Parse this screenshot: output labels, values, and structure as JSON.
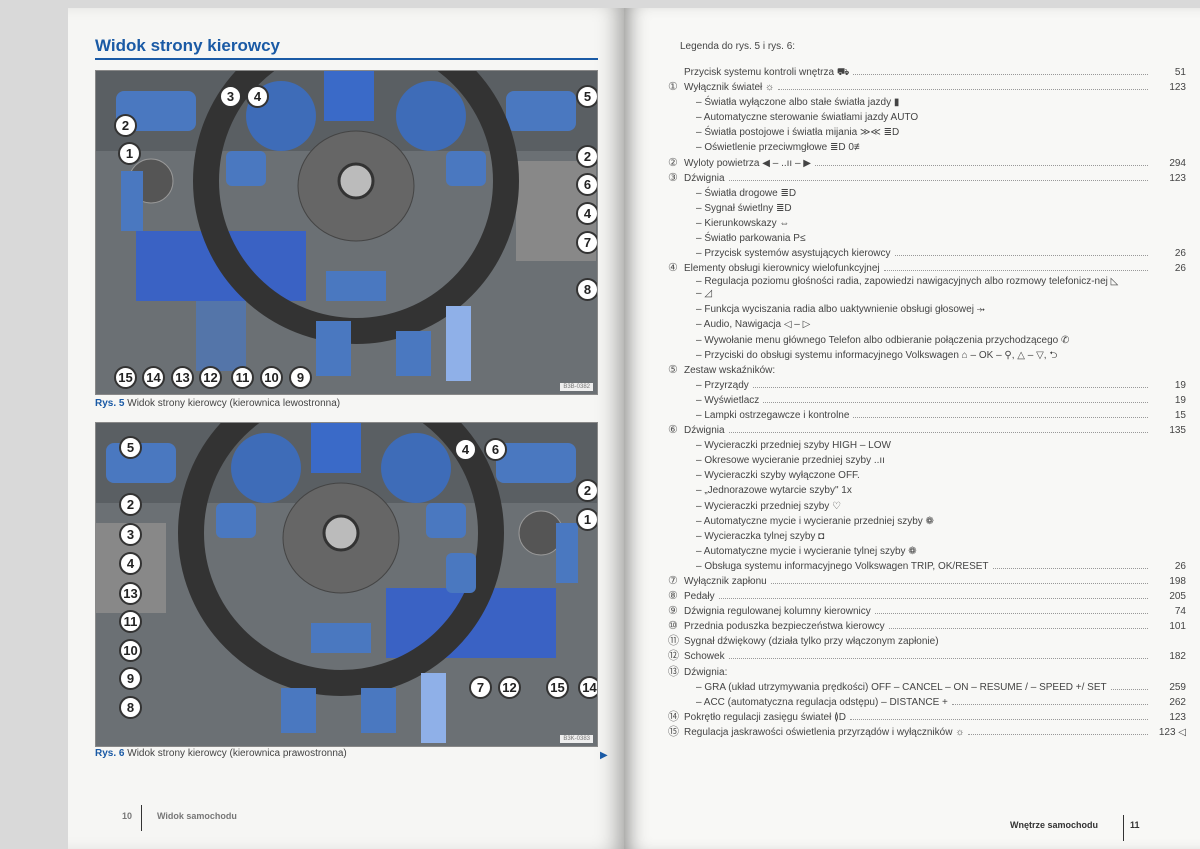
{
  "left_page": {
    "title": "Widok strony kierowcy",
    "figures": [
      {
        "caption_label": "Rys. 5",
        "caption": "Widok strony kierowcy (kierownica lewostronna)",
        "code": "B3B-0382",
        "callouts": [
          "3",
          "4",
          "5",
          "2",
          "1",
          "2",
          "6",
          "4",
          "7",
          "8",
          "15",
          "14",
          "13",
          "12",
          "11",
          "10",
          "9"
        ]
      },
      {
        "caption_label": "Rys. 6",
        "caption": "Widok strony kierowcy (kierownica prawostronna)",
        "code": "B3K-0383",
        "callouts": [
          "5",
          "4",
          "6",
          "2",
          "2",
          "1",
          "3",
          "4",
          "13",
          "11",
          "10",
          "9",
          "8",
          "7",
          "12",
          "15",
          "14"
        ]
      }
    ],
    "continue_arrow": "▶",
    "footer": {
      "page": "10",
      "section": "Widok samochodu"
    }
  },
  "right_page": {
    "legend_title": "Legenda do rys. 5 i rys. 6:",
    "rows": [
      {
        "n": "",
        "sub": false,
        "t": "Przycisk systemu kontroli wnętrza ⛟",
        "p": "51"
      },
      {
        "n": "①",
        "sub": false,
        "t": "Wyłącznik świateł ☼",
        "p": "123"
      },
      {
        "n": "",
        "sub": true,
        "t": "– Światła wyłączone albo stałe światła jazdy ▮",
        "p": ""
      },
      {
        "n": "",
        "sub": true,
        "t": "– Automatyczne sterowanie światłami jazdy AUTO",
        "p": ""
      },
      {
        "n": "",
        "sub": true,
        "t": "– Światła postojowe i światła mijania ≫≪ ≣D",
        "p": ""
      },
      {
        "n": "",
        "sub": true,
        "t": "– Oświetlenie przeciwmgłowe ≣D 0≢",
        "p": ""
      },
      {
        "n": "②",
        "sub": false,
        "t": "Wyloty powietrza ◀ – ..ıı – ▶",
        "p": "294"
      },
      {
        "n": "③",
        "sub": false,
        "t": "Dźwignia",
        "p": "123"
      },
      {
        "n": "",
        "sub": true,
        "t": "– Światła drogowe ≣D",
        "p": ""
      },
      {
        "n": "",
        "sub": true,
        "t": "– Sygnał świetlny ≣D",
        "p": ""
      },
      {
        "n": "",
        "sub": true,
        "t": "– Kierunkowskazy ⇔",
        "p": ""
      },
      {
        "n": "",
        "sub": true,
        "t": "– Światło parkowania P≤",
        "p": ""
      },
      {
        "n": "",
        "sub": true,
        "t": "– Przycisk systemów asystujących kierowcy",
        "p": "26"
      },
      {
        "n": "④",
        "sub": false,
        "t": "Elementy obsługi kierownicy wielofunkcyjnej",
        "p": "26"
      },
      {
        "n": "",
        "sub": true,
        "two": true,
        "t": "– Regulacja poziomu głośności radia, zapowiedzi nawigacyjnych albo rozmowy telefonicz-nej ◺ – ◿",
        "p": ""
      },
      {
        "n": "",
        "sub": true,
        "t": "– Funkcja wyciszania radia albo uaktywnienie obsługi głosowej ⤞",
        "p": ""
      },
      {
        "n": "",
        "sub": true,
        "t": "– Audio, Nawigacja ◁ – ▷",
        "p": ""
      },
      {
        "n": "",
        "sub": true,
        "t": "– Wywołanie menu głównego Telefon albo odbieranie połączenia przychodzącego ✆",
        "p": ""
      },
      {
        "n": "",
        "sub": true,
        "t": "– Przyciski do obsługi systemu informacyjnego Volkswagen ⌂ – OK – ⚲, △ – ▽, ⮌",
        "p": ""
      },
      {
        "n": "⑤",
        "sub": false,
        "t": "Zestaw wskaźników:",
        "p": ""
      },
      {
        "n": "",
        "sub": true,
        "t": "– Przyrządy",
        "p": "19"
      },
      {
        "n": "",
        "sub": true,
        "t": "– Wyświetlacz",
        "p": "19"
      },
      {
        "n": "",
        "sub": true,
        "t": "– Lampki ostrzegawcze i kontrolne",
        "p": "15"
      },
      {
        "n": "⑥",
        "sub": false,
        "t": "Dźwignia",
        "p": "135"
      },
      {
        "n": "",
        "sub": true,
        "t": "– Wycieraczki przedniej szyby HIGH – LOW",
        "p": ""
      },
      {
        "n": "",
        "sub": true,
        "t": "– Okresowe wycieranie przedniej szyby ..ıı",
        "p": ""
      },
      {
        "n": "",
        "sub": true,
        "t": "– Wycieraczki szyby wyłączone OFF.",
        "p": ""
      },
      {
        "n": "",
        "sub": true,
        "t": "– „Jednorazowe wytarcie szyby\" 1x",
        "p": ""
      },
      {
        "n": "",
        "sub": true,
        "t": "– Wycieraczki przedniej szyby ♡",
        "p": ""
      },
      {
        "n": "",
        "sub": true,
        "t": "– Automatyczne mycie i wycieranie przedniej szyby ❁",
        "p": ""
      },
      {
        "n": "",
        "sub": true,
        "t": "– Wycieraczka tylnej szyby ◘",
        "p": ""
      },
      {
        "n": "",
        "sub": true,
        "t": "– Automatyczne mycie i wycieranie tylnej szyby ❁",
        "p": ""
      },
      {
        "n": "",
        "sub": true,
        "t": "– Obsługa systemu informacyjnego Volkswagen TRIP, OK/RESET",
        "p": "26"
      },
      {
        "n": "⑦",
        "sub": false,
        "t": "Wyłącznik zapłonu",
        "p": "198"
      },
      {
        "n": "⑧",
        "sub": false,
        "t": "Pedały",
        "p": "205"
      },
      {
        "n": "⑨",
        "sub": false,
        "t": "Dźwignia regulowanej kolumny kierownicy",
        "p": "74"
      },
      {
        "n": "⑩",
        "sub": false,
        "t": "Przednia poduszka bezpieczeństwa kierowcy",
        "p": "101"
      },
      {
        "n": "⑪",
        "sub": false,
        "nodots": true,
        "t": "Sygnał dźwiękowy (działa tylko przy włączonym zapłonie)",
        "p": ""
      },
      {
        "n": "⑫",
        "sub": false,
        "t": "Schowek",
        "p": "182"
      },
      {
        "n": "⑬",
        "sub": false,
        "t": "Dźwignia:",
        "p": ""
      },
      {
        "n": "",
        "sub": true,
        "t": "– GRA (układ utrzymywania prędkości) OFF – CANCEL – ON – RESUME / – SPEED +/ SET",
        "p": "259"
      },
      {
        "n": "",
        "sub": true,
        "t": "– ACC (automatyczna regulacja odstępu) – DISTANCE +",
        "p": "262"
      },
      {
        "n": "⑭",
        "sub": false,
        "t": "Pokrętło regulacji zasięgu świateł ≬D",
        "p": "123"
      },
      {
        "n": "⑮",
        "sub": false,
        "t": "Regulacja jaskrawości oświetlenia przyrządów i wyłączników ☼",
        "p": "123 ◁"
      }
    ],
    "footer": {
      "section": "Wnętrze samochodu",
      "page": "11"
    }
  }
}
